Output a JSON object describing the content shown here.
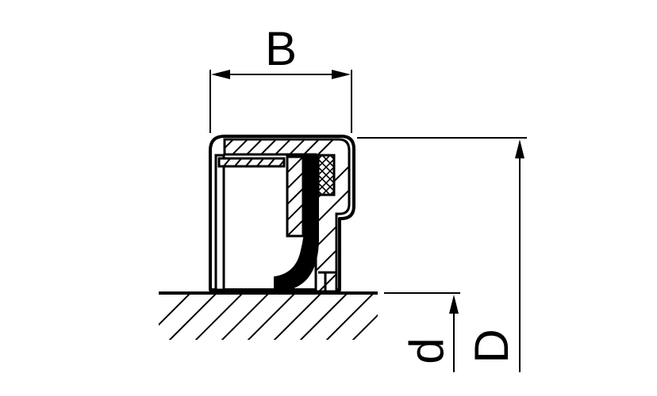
{
  "diagram": {
    "dimensions": {
      "width_label": "B",
      "inner_diameter_label": "d",
      "outer_diameter_label": "D"
    },
    "colors": {
      "line": "#000000",
      "background": "#ffffff"
    }
  }
}
